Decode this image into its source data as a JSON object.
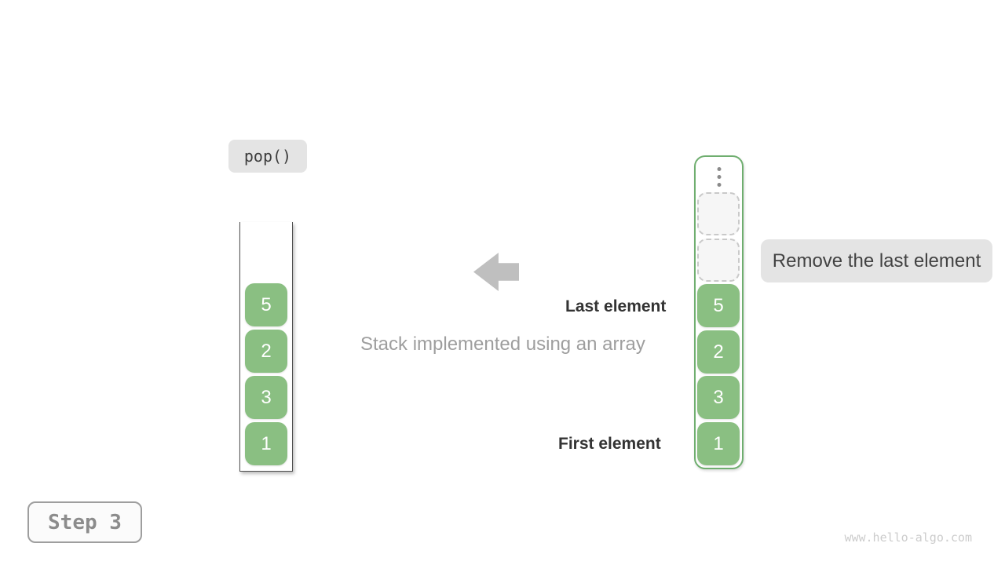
{
  "operation_badge": {
    "label": "pop()"
  },
  "annotation_badge": {
    "label": "Remove the last element"
  },
  "step_badge": {
    "label": "Step 3"
  },
  "labels": {
    "last_element": "Last element",
    "first_element": "First element",
    "caption": "Stack implemented using an array",
    "watermark": "www.hello-algo.com"
  },
  "stack": {
    "values": [
      "5",
      "2",
      "3",
      "1"
    ]
  },
  "array": {
    "empty_slot_count": 2,
    "values": [
      "5",
      "2",
      "3",
      "1"
    ]
  },
  "icons": {
    "arrow": "arrow-left-icon",
    "ellipsis": "vertical-ellipsis-icon"
  },
  "colors": {
    "cell_green": "#8abf82",
    "container_green_border": "#6fae6f",
    "badge_gray_bg": "#e4e4e4",
    "arrow_gray": "#bfbfbf",
    "label_dark": "#333333",
    "caption_gray": "#9e9e9e",
    "step_gray": "#8c8c8c",
    "watermark_gray": "#cccccc"
  }
}
